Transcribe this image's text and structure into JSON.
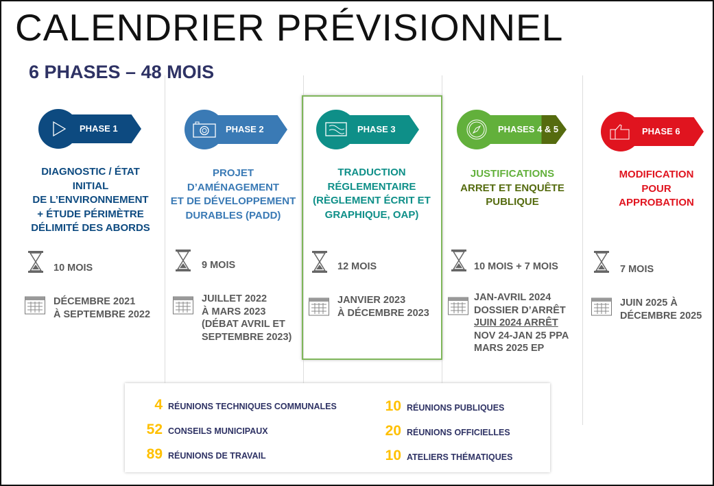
{
  "title": "CALENDRIER PRÉVISIONNEL",
  "subtitle": "6 PHASES – 48 MOIS",
  "colors": {
    "phase1": "#0d4a80",
    "phase2": "#3a7ab5",
    "phase3": "#0e8f88",
    "phase45": "#62b03b",
    "phase45_dark": "#556b0f",
    "phase6": "#e0141f",
    "numbers": "#ffc000",
    "navy": "#2e3264"
  },
  "phases": [
    {
      "badge": "PHASE 1",
      "icon": "play-icon",
      "body": [
        "DIAGNOSTIC / ÉTAT INITIAL",
        "DE L’ENVIRONNEMENT",
        "+ ÉTUDE PÉRIMÈTRE",
        "DÉLIMITÉ DES ABORDS"
      ],
      "duration": "10 MOIS",
      "dates": [
        "DÉCEMBRE 2021",
        "À SEPTEMBRE 2022"
      ]
    },
    {
      "badge": "PHASE 2",
      "icon": "camera-icon",
      "body": [
        "PROJET",
        "D’AMÉNAGEMENT",
        "ET DE DÉVELOPPEMENT",
        "DURABLES (PADD)"
      ],
      "duration": "9 MOIS",
      "dates": [
        "JUILLET 2022",
        "À MARS 2023",
        "(DÉBAT AVRIL ET",
        "SEPTEMBRE 2023)"
      ]
    },
    {
      "badge": "PHASE 3",
      "icon": "map-icon",
      "body": [
        "TRADUCTION",
        "RÉGLEMENTAIRE",
        "(RÈGLEMENT ÉCRIT ET",
        "GRAPHIQUE, OAP)"
      ],
      "duration": "12 MOIS",
      "dates": [
        "JANVIER 2023",
        "À DÉCEMBRE 2023"
      ]
    },
    {
      "badge": "PHASES 4 & 5",
      "icon": "compass-icon",
      "body": [
        "JUSTIFICATIONS",
        "ARRET ET ENQUÊTE",
        "PUBLIQUE"
      ],
      "duration": "10 MOIS + 7 MOIS",
      "dates": [
        "JAN-AVRIL 2024",
        "DOSSIER D’ARRÊT",
        "JUIN 2024 ARRÊT",
        "NOV 24-JAN 25 PPA",
        "MARS 2025 EP"
      ]
    },
    {
      "badge": "PHASE 6",
      "icon": "thumbs-up-icon",
      "body": [
        "MODIFICATION",
        "POUR",
        "APPROBATION"
      ],
      "duration": "7 MOIS",
      "dates": [
        "JUIN 2025 À",
        "DÉCEMBRE 2025"
      ]
    }
  ],
  "stats": [
    {
      "num": "4",
      "label": "RÉUNIONS TECHNIQUES COMMUNALES"
    },
    {
      "num": "52",
      "label": "CONSEILS MUNICIPAUX"
    },
    {
      "num": "89",
      "label": "RÉUNIONS DE TRAVAIL"
    },
    {
      "num": "10",
      "label": "RÉUNIONS PUBLIQUES"
    },
    {
      "num": "20",
      "label": "RÉUNIONS OFFICIELLES"
    },
    {
      "num": "10",
      "label": "ATELIERS THÉMATIQUES"
    }
  ]
}
